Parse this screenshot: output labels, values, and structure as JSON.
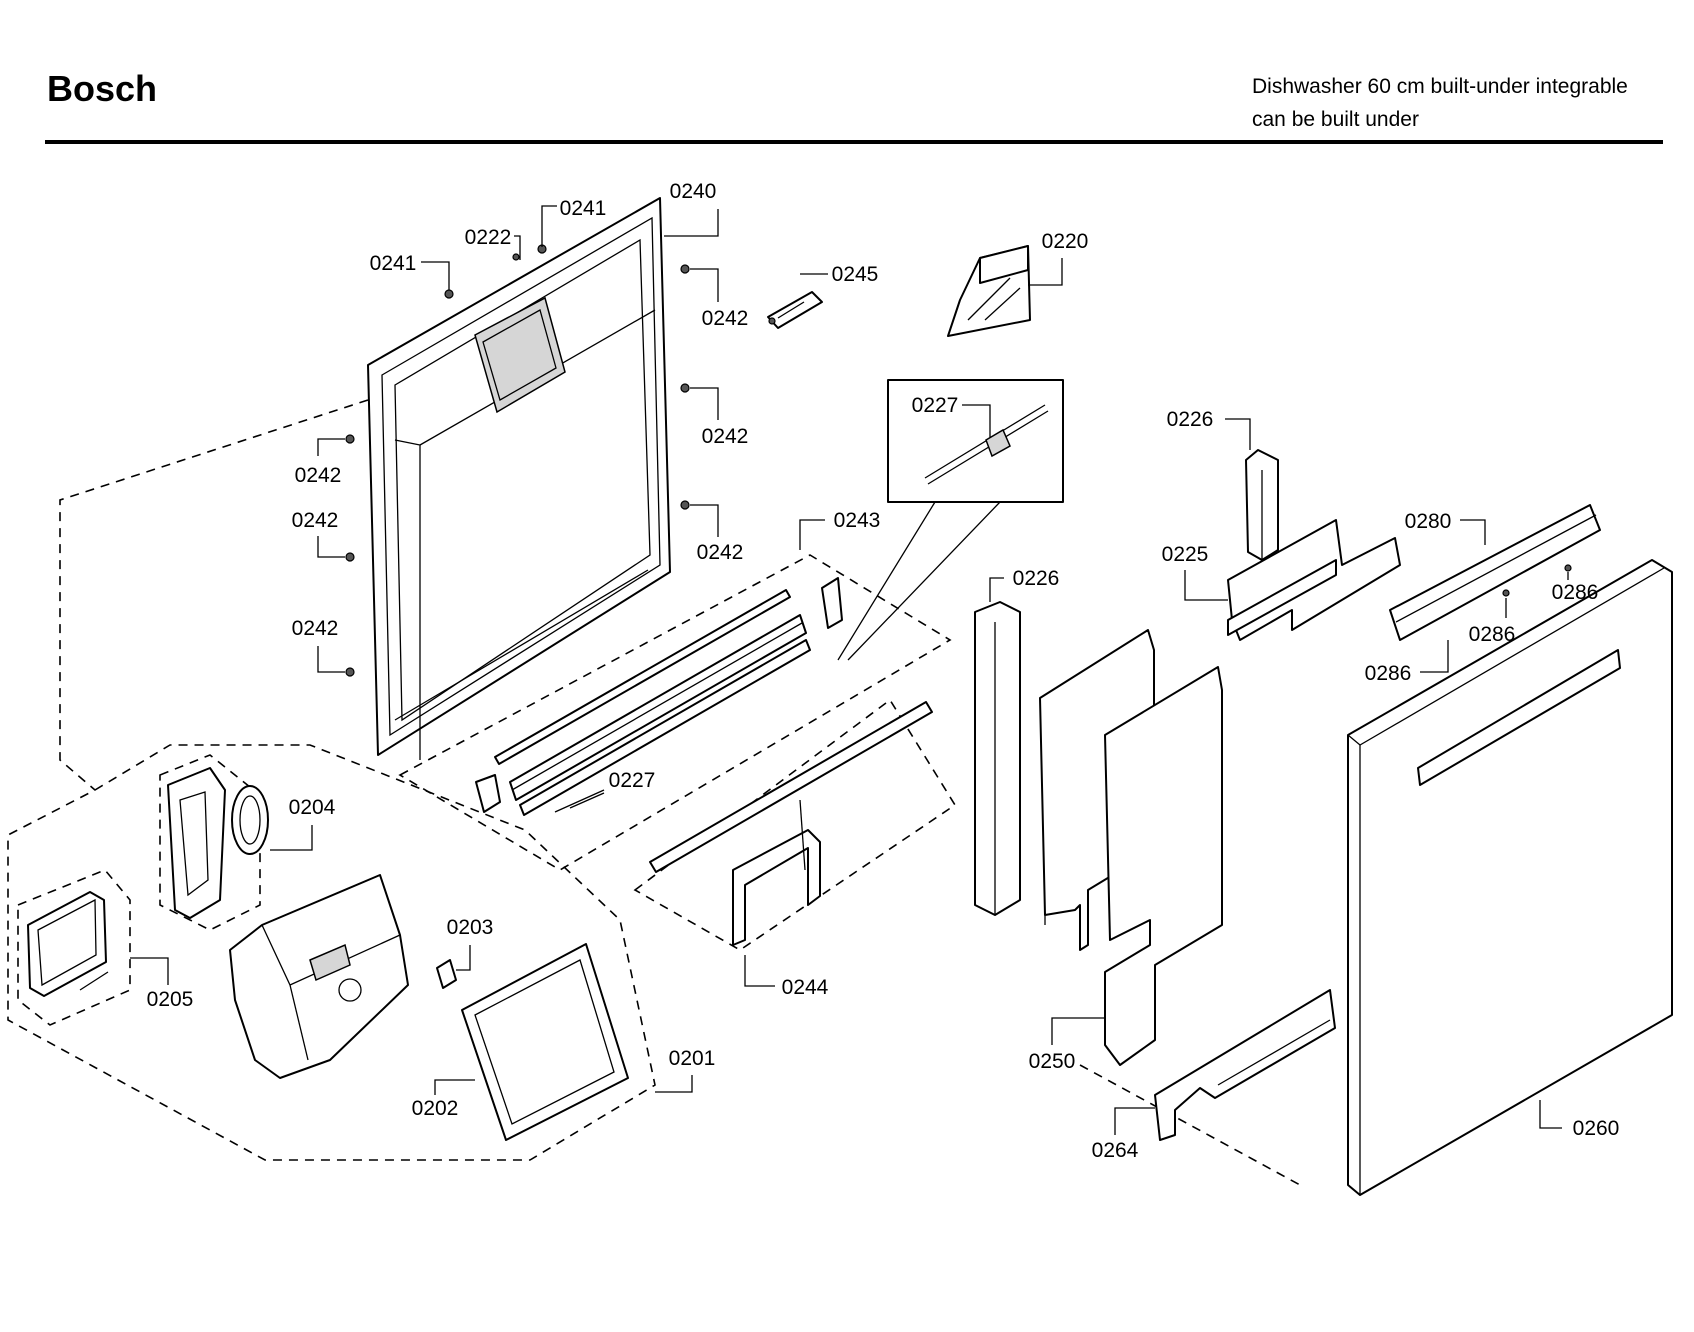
{
  "header": {
    "brand": "Bosch",
    "description_line1": "Dishwasher 60 cm built-under integrable",
    "description_line2": "can be built under"
  },
  "callouts": [
    {
      "id": "c0240",
      "label": "0240"
    },
    {
      "id": "c0241a",
      "label": "0241"
    },
    {
      "id": "c0222",
      "label": "0222"
    },
    {
      "id": "c0241b",
      "label": "0241"
    },
    {
      "id": "c0242a",
      "label": "0242"
    },
    {
      "id": "c0245",
      "label": "0245"
    },
    {
      "id": "c0220",
      "label": "0220"
    },
    {
      "id": "c0242b",
      "label": "0242"
    },
    {
      "id": "c0227a",
      "label": "0227"
    },
    {
      "id": "c0242c",
      "label": "0242"
    },
    {
      "id": "c0242d",
      "label": "0242"
    },
    {
      "id": "c0242e",
      "label": "0242"
    },
    {
      "id": "c0243",
      "label": "0243"
    },
    {
      "id": "c0242f",
      "label": "0242"
    },
    {
      "id": "c0226a",
      "label": "0226"
    },
    {
      "id": "c0225",
      "label": "0225"
    },
    {
      "id": "c0280",
      "label": "0280"
    },
    {
      "id": "c0226b",
      "label": "0226"
    },
    {
      "id": "c0286a",
      "label": "0286"
    },
    {
      "id": "c0286b",
      "label": "0286"
    },
    {
      "id": "c0286c",
      "label": "0286"
    },
    {
      "id": "c0204",
      "label": "0204"
    },
    {
      "id": "c0227b",
      "label": "0227"
    },
    {
      "id": "c0203",
      "label": "0203"
    },
    {
      "id": "c0244",
      "label": "0244"
    },
    {
      "id": "c0205",
      "label": "0205"
    },
    {
      "id": "c0201",
      "label": "0201"
    },
    {
      "id": "c0250",
      "label": "0250"
    },
    {
      "id": "c0202",
      "label": "0202"
    },
    {
      "id": "c0260",
      "label": "0260"
    },
    {
      "id": "c0264",
      "label": "0264"
    }
  ]
}
